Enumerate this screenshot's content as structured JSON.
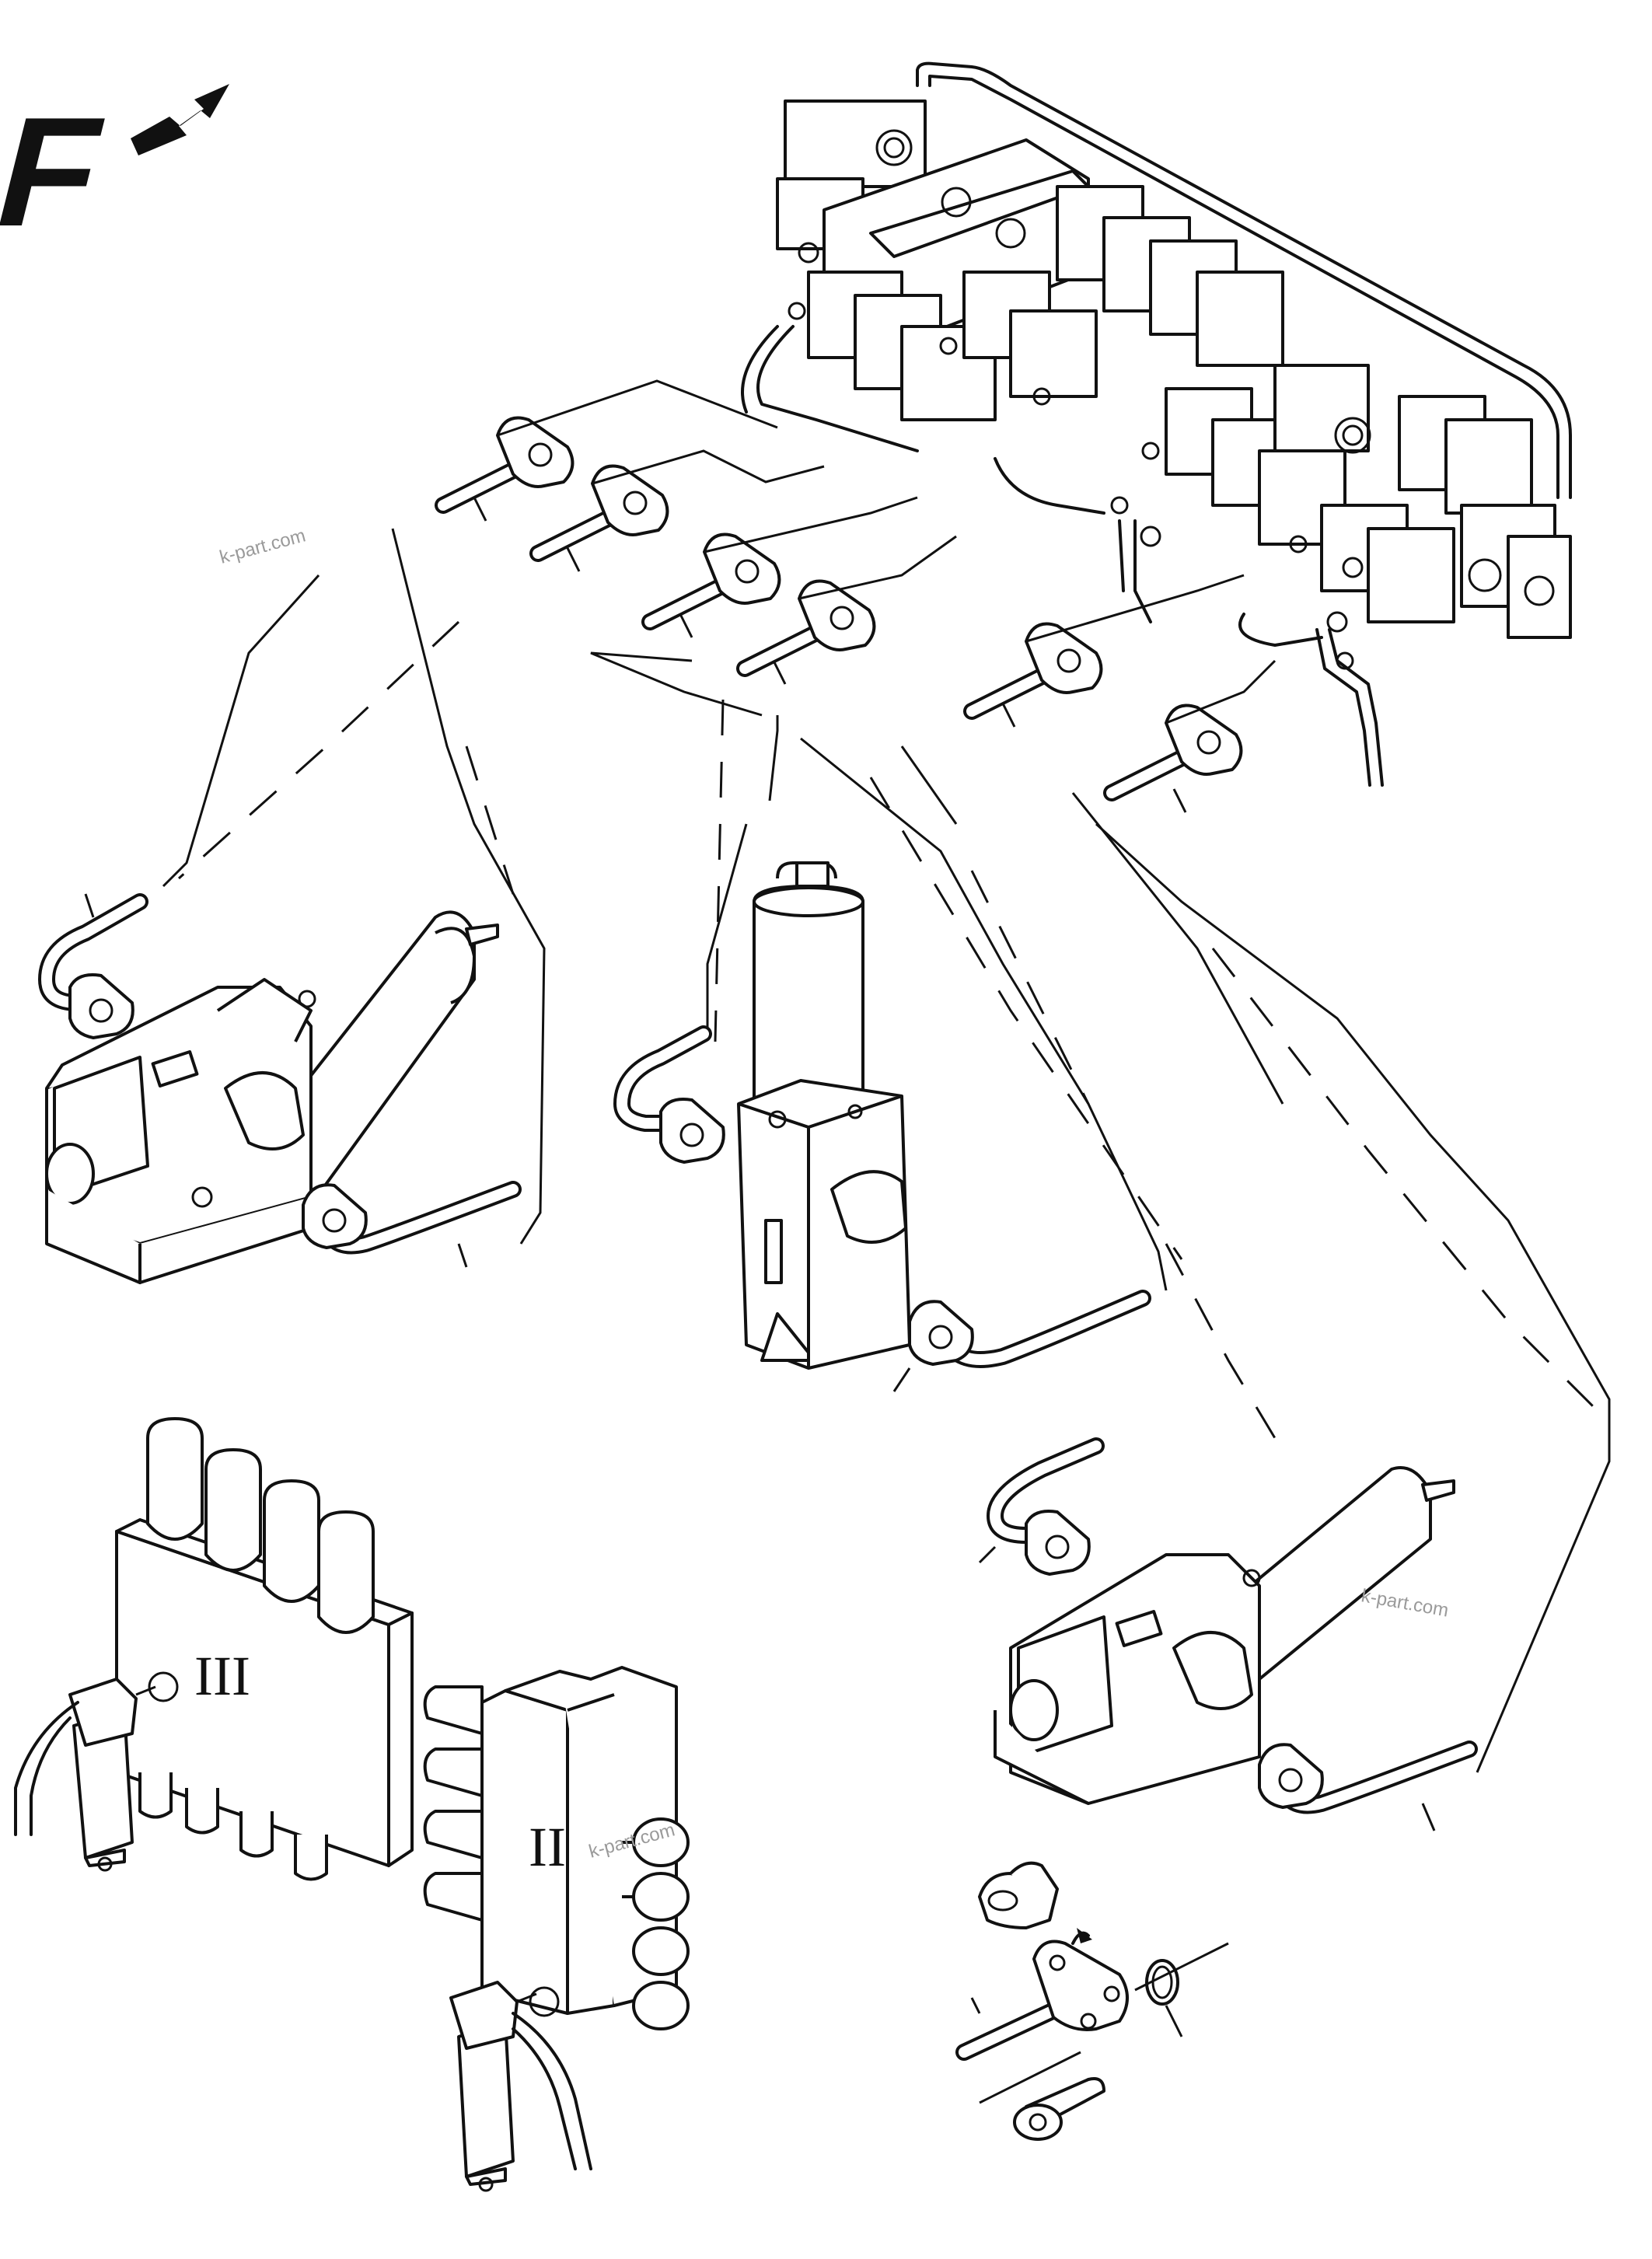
{
  "view_label": "F",
  "groups": {
    "group_three": "III",
    "group_two": "II"
  },
  "watermarks": [
    "k-part.com",
    "k-part.com",
    "k-part.com"
  ],
  "icons": {
    "direction": "arrow-northeast-icon"
  }
}
